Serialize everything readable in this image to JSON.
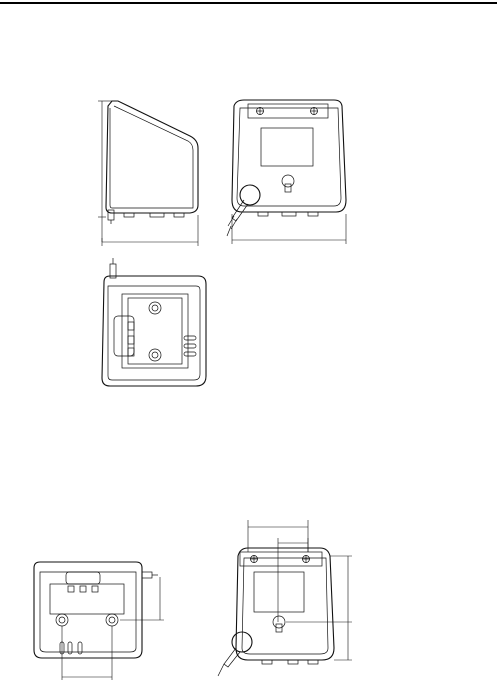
{
  "page": {
    "top_rule_color": "#000000",
    "line_color": "#111111"
  },
  "drawings": [
    {
      "name": "side-view-drawing"
    },
    {
      "name": "rear-view-drawing"
    },
    {
      "name": "top-view-drawing"
    },
    {
      "name": "top-view-mounting-drawing"
    },
    {
      "name": "rear-view-mounting-drawing"
    }
  ]
}
